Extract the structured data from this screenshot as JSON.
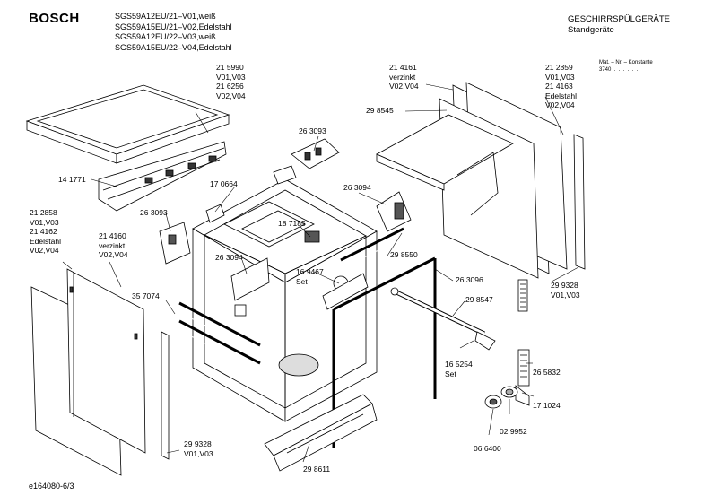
{
  "header": {
    "brand": "BOSCH",
    "models": [
      "SGS59A12EU/21–V01,weiß",
      "SGS59A15EU/21–V02,Edelstahl",
      "SGS59A12EU/22–V03,weiß",
      "SGS59A15EU/22–V04,Edelstahl"
    ],
    "category": "GESCHIRRSPÜLGERÄTE",
    "subcategory": "Standgeräte"
  },
  "material_box": {
    "heading": "Mat. – Nr. – Konstante",
    "value": "3740  .  .  .  .  .  ."
  },
  "footer": {
    "code": "e164080-6/3"
  },
  "parts": {
    "p215990": "21 5990\nV01,V03\n21 6256\nV02,V04",
    "p141771": "14 1771",
    "p263093a": "26 3093",
    "p170664": "17 0664",
    "p263094a": "26 3094",
    "p263093b": "26 3093",
    "p187185": "18 7185",
    "p263094b": "26 3094",
    "p169467": "16 9467\nSet",
    "p298550": "29 8550",
    "p263096": "26 3096",
    "p214161": "21 4161\nverzinkt\nV02,V04",
    "p298545": "29 8545",
    "p212859": "21 2859\nV01,V03\n21 4163\nEdelstahl\nV02,V04",
    "p212858": "21 2858\nV01,V03\n21 4162\nEdelstahl\nV02,V04",
    "p214160": "21 4160\nverzinkt\nV02,V04",
    "p357074": "35 7074",
    "p299328a": "29 9328\nV01,V03",
    "p299328b": "29 9328\nV01,V03",
    "p298547": "29 8547",
    "p165254": "16 5254\nSet",
    "p265832": "26 5832",
    "p171024": "17 1024",
    "p299952": "02 9952",
    "p066400": "06 6400",
    "p298611": "29 8611"
  }
}
